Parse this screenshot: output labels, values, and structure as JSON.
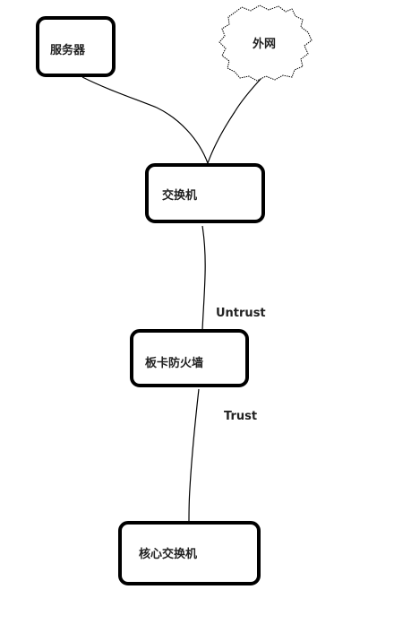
{
  "nodes": {
    "server": "服务器",
    "internet": "外网",
    "switch": "交换机",
    "firewall": "板卡防火墙",
    "core_switch": "核心交换机"
  },
  "edges": {
    "untrust": "Untrust",
    "trust": "Trust"
  },
  "colors": {
    "stroke": "#000000",
    "text": "#222222",
    "background": "#ffffff"
  }
}
